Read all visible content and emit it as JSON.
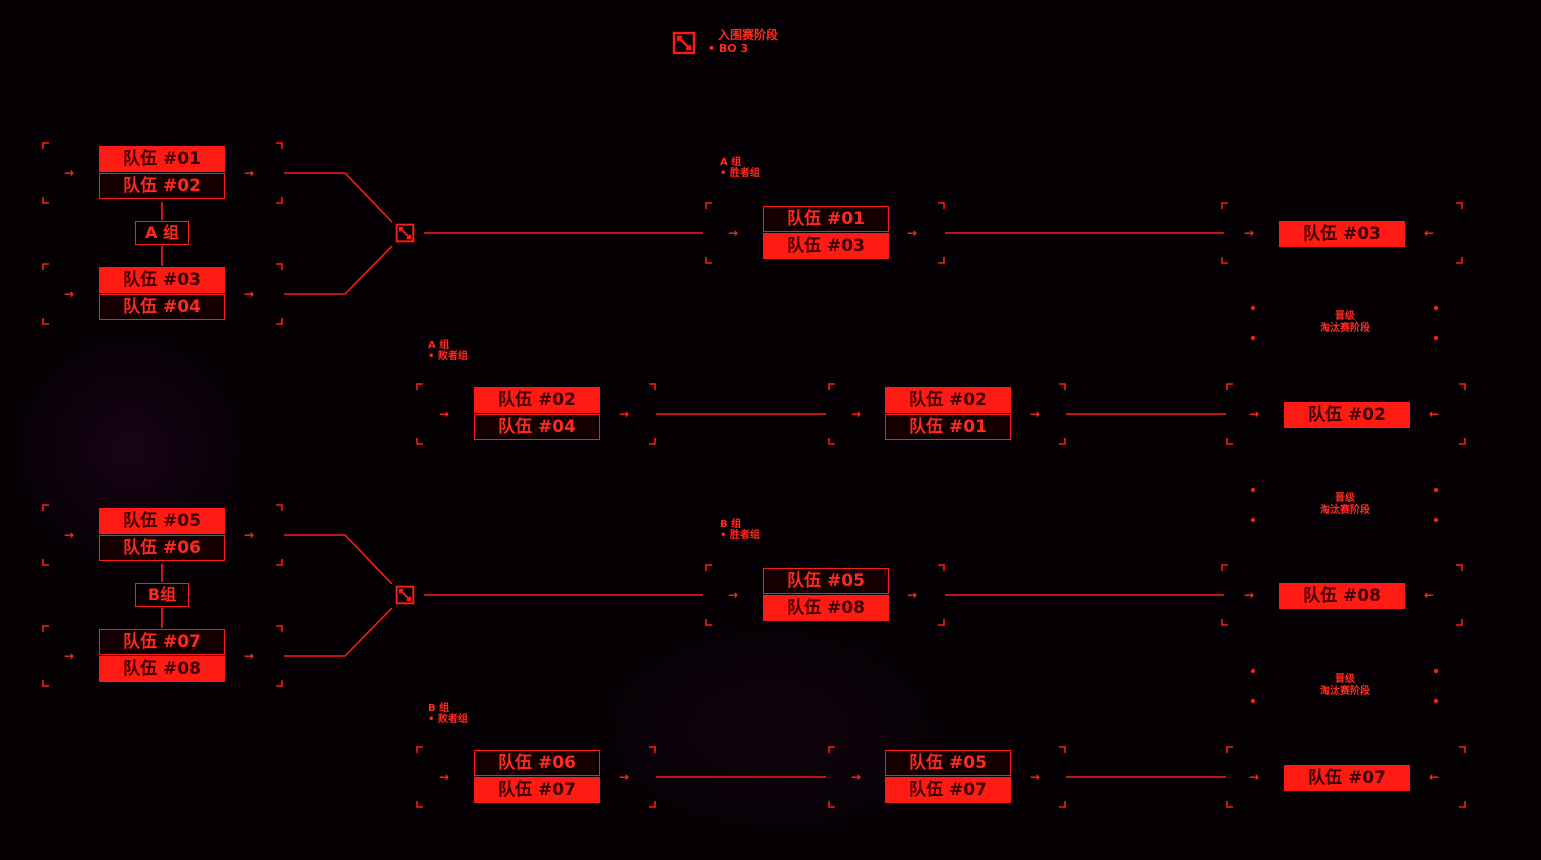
{
  "header": {
    "stage_title": "入围赛阶段",
    "format": "• BO 3"
  },
  "groups": [
    {
      "label": "A 组"
    },
    {
      "label": "B组"
    }
  ],
  "stage_notes": {
    "a_winners": [
      "A 组",
      "• 胜者组"
    ],
    "a_losers": [
      "A 组",
      "• 败者组"
    ],
    "b_winners": [
      "B 组",
      "• 胜者组"
    ],
    "b_losers": [
      "B 组",
      "• 败者组"
    ],
    "advance": [
      "晋级",
      "淘汰赛阶段"
    ]
  },
  "matches": {
    "a_opening_1": [
      "队伍 #01",
      "队伍 #02"
    ],
    "a_opening_2": [
      "队伍 #03",
      "队伍 #04"
    ],
    "a_winners_match": [
      "队伍 #01",
      "队伍 #03"
    ],
    "a_losers_match": [
      "队伍 #02",
      "队伍 #04"
    ],
    "a_decider": [
      "队伍 #02",
      "队伍 #01"
    ],
    "b_opening_1": [
      "队伍 #05",
      "队伍 #06"
    ],
    "b_opening_2": [
      "队伍 #07",
      "队伍 #08"
    ],
    "b_winners_match": [
      "队伍 #05",
      "队伍 #08"
    ],
    "b_losers_match": [
      "队伍 #06",
      "队伍 #07"
    ],
    "b_decider": [
      "队伍 #05",
      "队伍 #07"
    ]
  },
  "qualified": {
    "a_first": "队伍 #03",
    "a_second": "队伍 #02",
    "b_first": "队伍 #08",
    "b_second": "队伍 #07"
  },
  "highlight": {
    "a_opening_1": 0,
    "a_opening_2": 0,
    "a_winners_match": 1,
    "a_losers_match": 0,
    "a_decider": 0,
    "b_opening_1": 0,
    "b_opening_2": 1,
    "b_winners_match": 1,
    "b_losers_match": 1,
    "b_decider": 1
  },
  "colors": {
    "accent": "#ff1a14",
    "background": "#050003"
  },
  "icons": {
    "stage": "expand-icon",
    "merge": "expand-icon"
  }
}
